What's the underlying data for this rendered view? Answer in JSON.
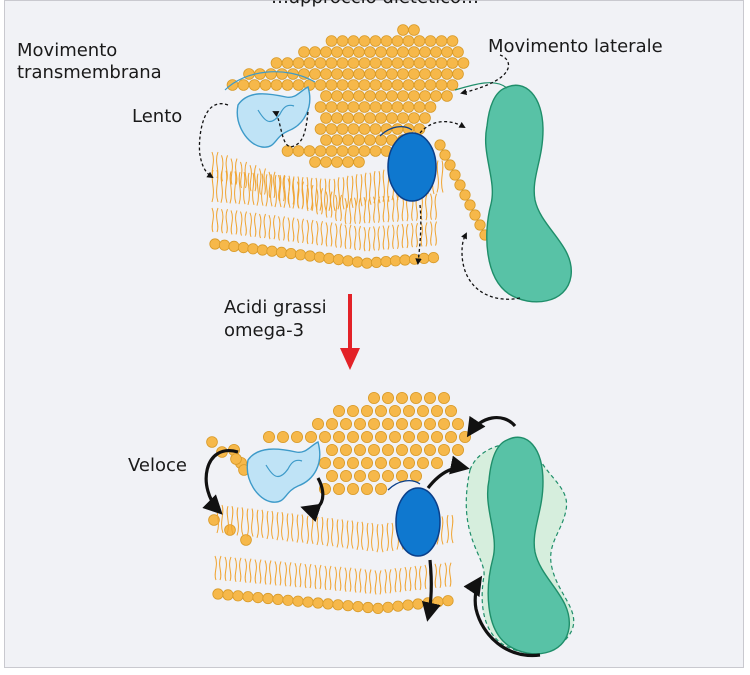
{
  "caption": "…approccio dietetico…",
  "labels": {
    "transmembrane_line1": "Movimento",
    "transmembrane_line2": "transmembrana",
    "lateral": "Movimento laterale",
    "slow": "Lento",
    "fast": "Veloce",
    "omega_line1": "Acidi grassi",
    "omega_line2": "omega-3"
  },
  "colors": {
    "lipid_head": "#f6b84a",
    "lipid_head_stroke": "#d89a28",
    "lipid_tail": "#f0a431",
    "protein_light": "#bfe3f6",
    "protein_light_stroke": "#3d9ac9",
    "protein_dark": "#0f78cf",
    "protein_dark_stroke": "#0a3f8a",
    "protein_green": "#58c2a6",
    "protein_green_stroke": "#1f8e6a",
    "protein_green_ghost": "#d6eedd",
    "arrow_red": "#e32228",
    "panel_bg": "#f1f2f6"
  }
}
